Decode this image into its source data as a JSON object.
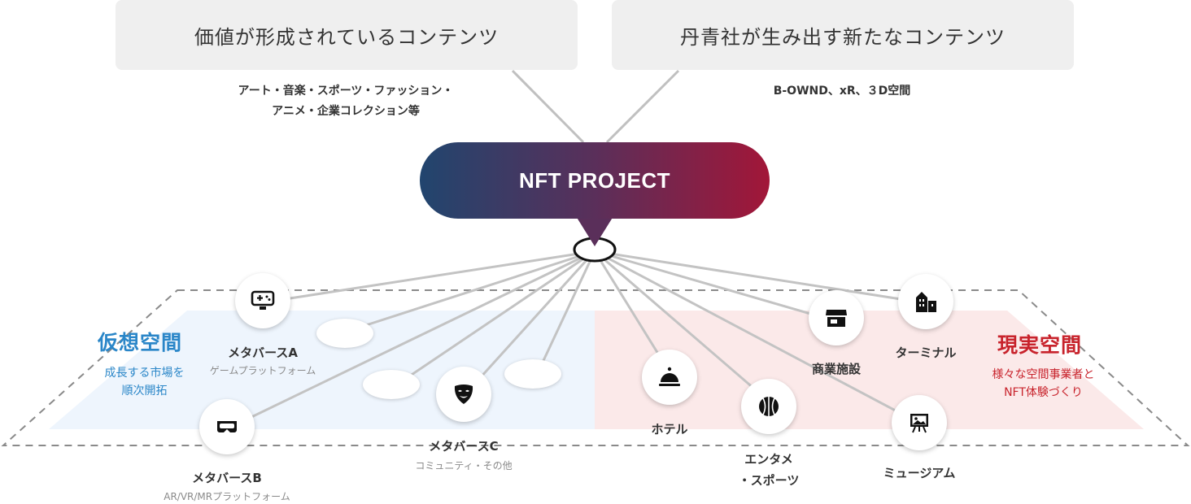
{
  "top_boxes": {
    "left": "価値が形成されているコンテンツ",
    "right": "丹青社が生み出す新たなコンテンツ"
  },
  "subtexts": {
    "left_line1": "アート・音楽・スポーツ・ファッション・",
    "left_line2": "アニメ・企業コレクション等",
    "right": "B-OWND、xR、３D空間"
  },
  "center": {
    "label": "NFT PROJECT"
  },
  "virtual": {
    "title": "仮想空間",
    "desc_line1": "成長する市場を",
    "desc_line2": "順次開拓",
    "color": "#2a86c8"
  },
  "real": {
    "title": "現実空間",
    "desc_line1": "様々な空間事業者と",
    "desc_line2": "NFT体験づくり",
    "color": "#c8232c"
  },
  "nodes": {
    "metaverse_a": {
      "label": "メタバースA",
      "sub": "ゲームプラットフォーム",
      "icon": "game-controller-icon"
    },
    "metaverse_b": {
      "label": "メタバースB",
      "sub": "AR/VR/MRプラットフォーム",
      "icon": "vr-headset-icon"
    },
    "metaverse_c": {
      "label": "メタバースC",
      "sub": "コミュニティ・その他",
      "icon": "mask-icon"
    },
    "hotel": {
      "label": "ホテル",
      "icon": "service-bell-icon"
    },
    "entertainment": {
      "label_line1": "エンタメ",
      "label_line2": "・スポーツ",
      "icon": "basketball-icon"
    },
    "commercial": {
      "label": "商業施設",
      "icon": "storefront-icon"
    },
    "terminal": {
      "label": "ターミナル",
      "icon": "buildings-icon"
    },
    "museum": {
      "label": "ミュージアム",
      "icon": "easel-picture-icon"
    }
  }
}
